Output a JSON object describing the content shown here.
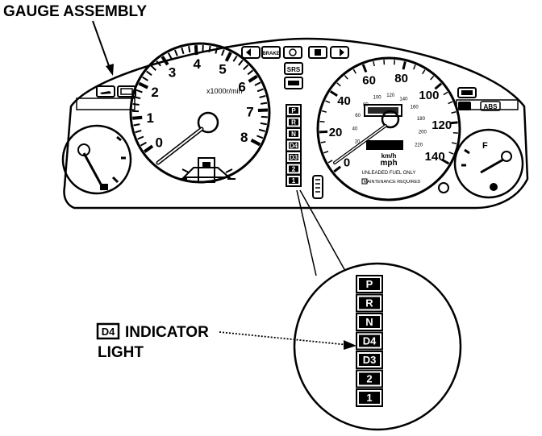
{
  "labels": {
    "gauge_assembly": "GAUGE ASSEMBLY",
    "indicator_box": "D4",
    "indicator_title": "INDICATOR",
    "light": "LIGHT"
  },
  "tachometer": {
    "unit": "x1000r/min",
    "numbers": [
      "0",
      "1",
      "2",
      "3",
      "4",
      "5",
      "6",
      "7",
      "8"
    ]
  },
  "speedometer": {
    "mph_numbers": [
      "0",
      "20",
      "40",
      "60",
      "80",
      "100",
      "120",
      "140"
    ],
    "kmh_numbers": [
      "20",
      "40",
      "60",
      "80",
      "100",
      "120",
      "140",
      "160",
      "180",
      "200",
      "220"
    ],
    "unit_kmh": "km/h",
    "unit_mph": "mph",
    "fuel_note": "UNLEADED FUEL ONLY",
    "maint_note": "MAINTENANCE REQUIRED"
  },
  "fuel_gauge": {
    "full": "F"
  },
  "warning_lights": {
    "brake": "BRAKE",
    "srs": "SRS",
    "abs": "ABS"
  },
  "gear_positions": [
    "P",
    "R",
    "N",
    "D4",
    "D3",
    "2",
    "1"
  ]
}
